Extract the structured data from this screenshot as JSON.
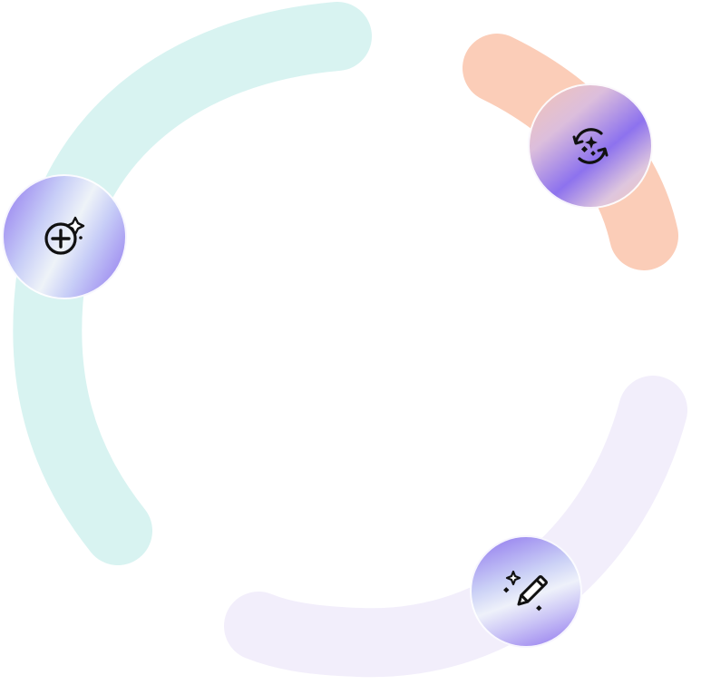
{
  "colors": {
    "arc_teal": "#d8f3f1",
    "arc_peach": "#fbcdb8",
    "arc_lavender": "#f2eefb",
    "accent_purple": "#8f74ee",
    "icon_ink": "#111111"
  },
  "badges": [
    {
      "icon": "sparkle-plus-icon",
      "meaning": "generate"
    },
    {
      "icon": "sparkle-swap-icon",
      "meaning": "replace"
    },
    {
      "icon": "magic-pencil-icon",
      "meaning": "edit"
    }
  ]
}
